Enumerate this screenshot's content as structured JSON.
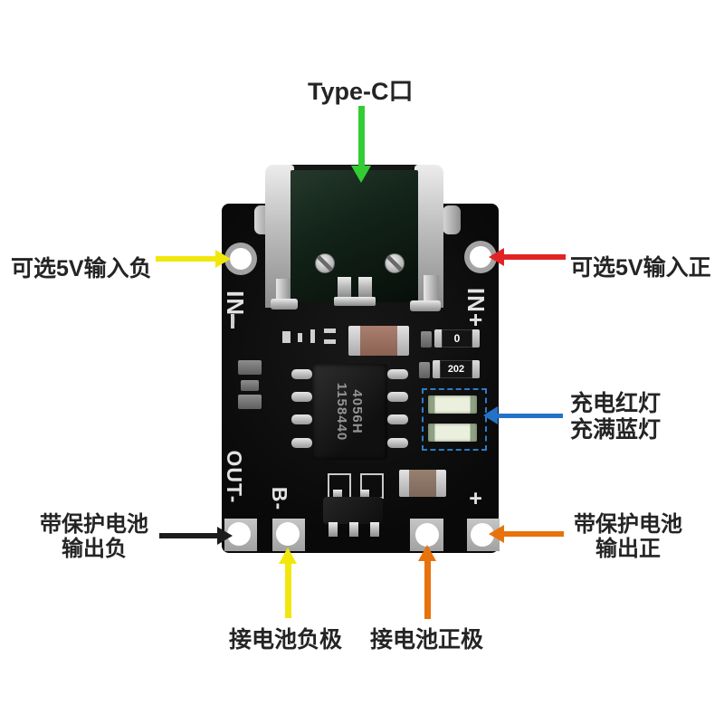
{
  "annotations": {
    "type_c_port": {
      "text": "Type-C口",
      "arrow_color": "#33cc33"
    },
    "input_negative": {
      "text": "可选5V输入负",
      "arrow_color": "#f2e70d"
    },
    "input_positive": {
      "text": "可选5V输入正",
      "arrow_color": "#e02424"
    },
    "charge_led": {
      "line1": "充电红灯",
      "line2": "充满蓝灯",
      "arrow_color": "#2472c8"
    },
    "output_negative": {
      "line1": "带保护电池",
      "line2": "输出负",
      "arrow_color": "#1c1c1c"
    },
    "output_positive": {
      "line1": "带保护电池",
      "line2": "输出正",
      "arrow_color": "#e8720c"
    },
    "battery_negative": {
      "text": "接电池负极",
      "arrow_color": "#f2e70d"
    },
    "battery_positive": {
      "text": "接电池正极",
      "arrow_color": "#e8720c"
    }
  },
  "pcb": {
    "board_color": "#0d0d0d",
    "led_outline_color": "#2d7bc5",
    "silkscreen": {
      "in_minus": "IN-",
      "in_plus": "IN+",
      "out_minus": "OUT-",
      "b_minus": "B-",
      "plus": "+"
    },
    "ic_marking": {
      "line1": "4056H",
      "line2": "1158440"
    },
    "smd_markings": {
      "resistor_zero": "0",
      "resistor_202": "202"
    }
  }
}
